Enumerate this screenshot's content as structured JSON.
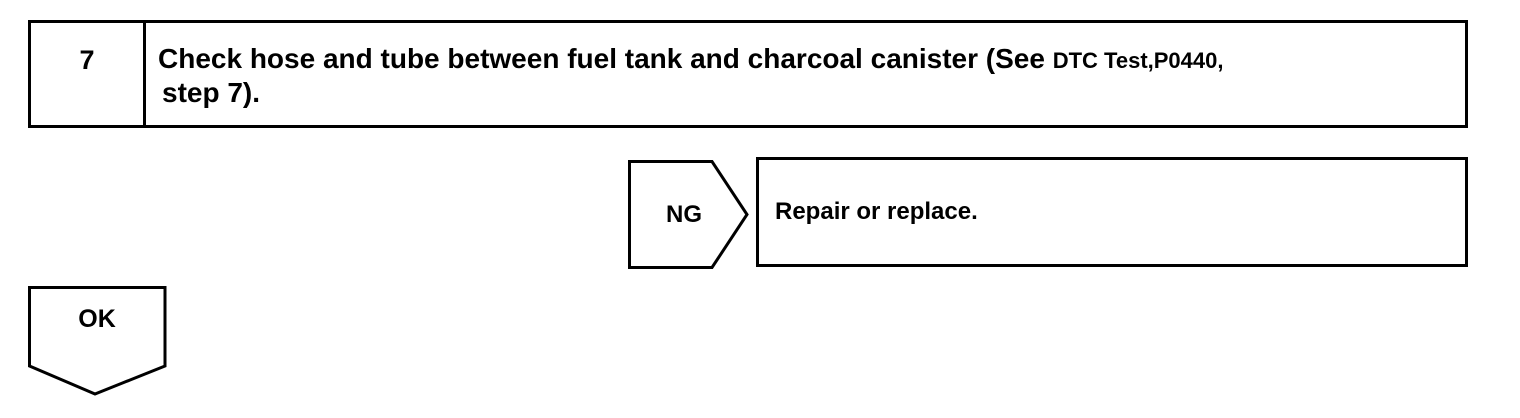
{
  "step": {
    "number": "7",
    "text_main": "Check hose and tube between fuel tank and charcoal canister (See ",
    "text_ref": "DTC Test,P0440,",
    "text_line2": "step 7)."
  },
  "ng": {
    "label": "NG",
    "action": "Repair or replace."
  },
  "ok": {
    "label": "OK"
  }
}
